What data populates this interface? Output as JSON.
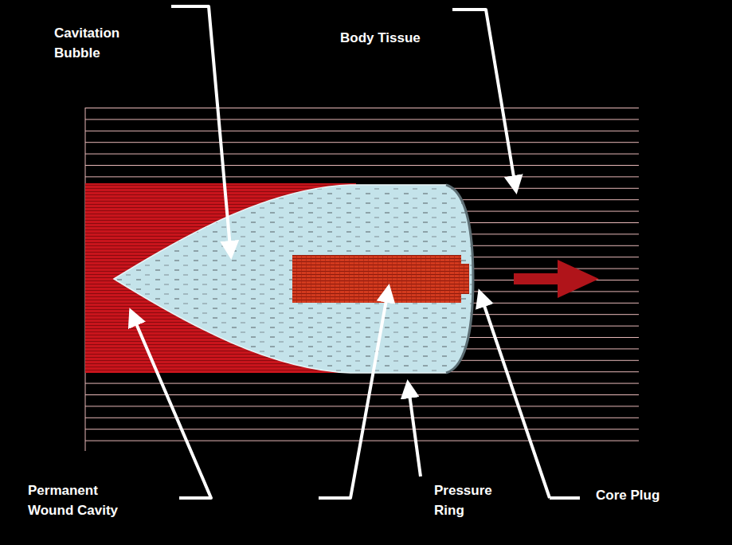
{
  "diagram": {
    "labels": [
      "Cavitation Bubble",
      "Body Tissue",
      "Permanent Wound Cavity",
      "Pressure Ring",
      "Core Plug"
    ]
  }
}
